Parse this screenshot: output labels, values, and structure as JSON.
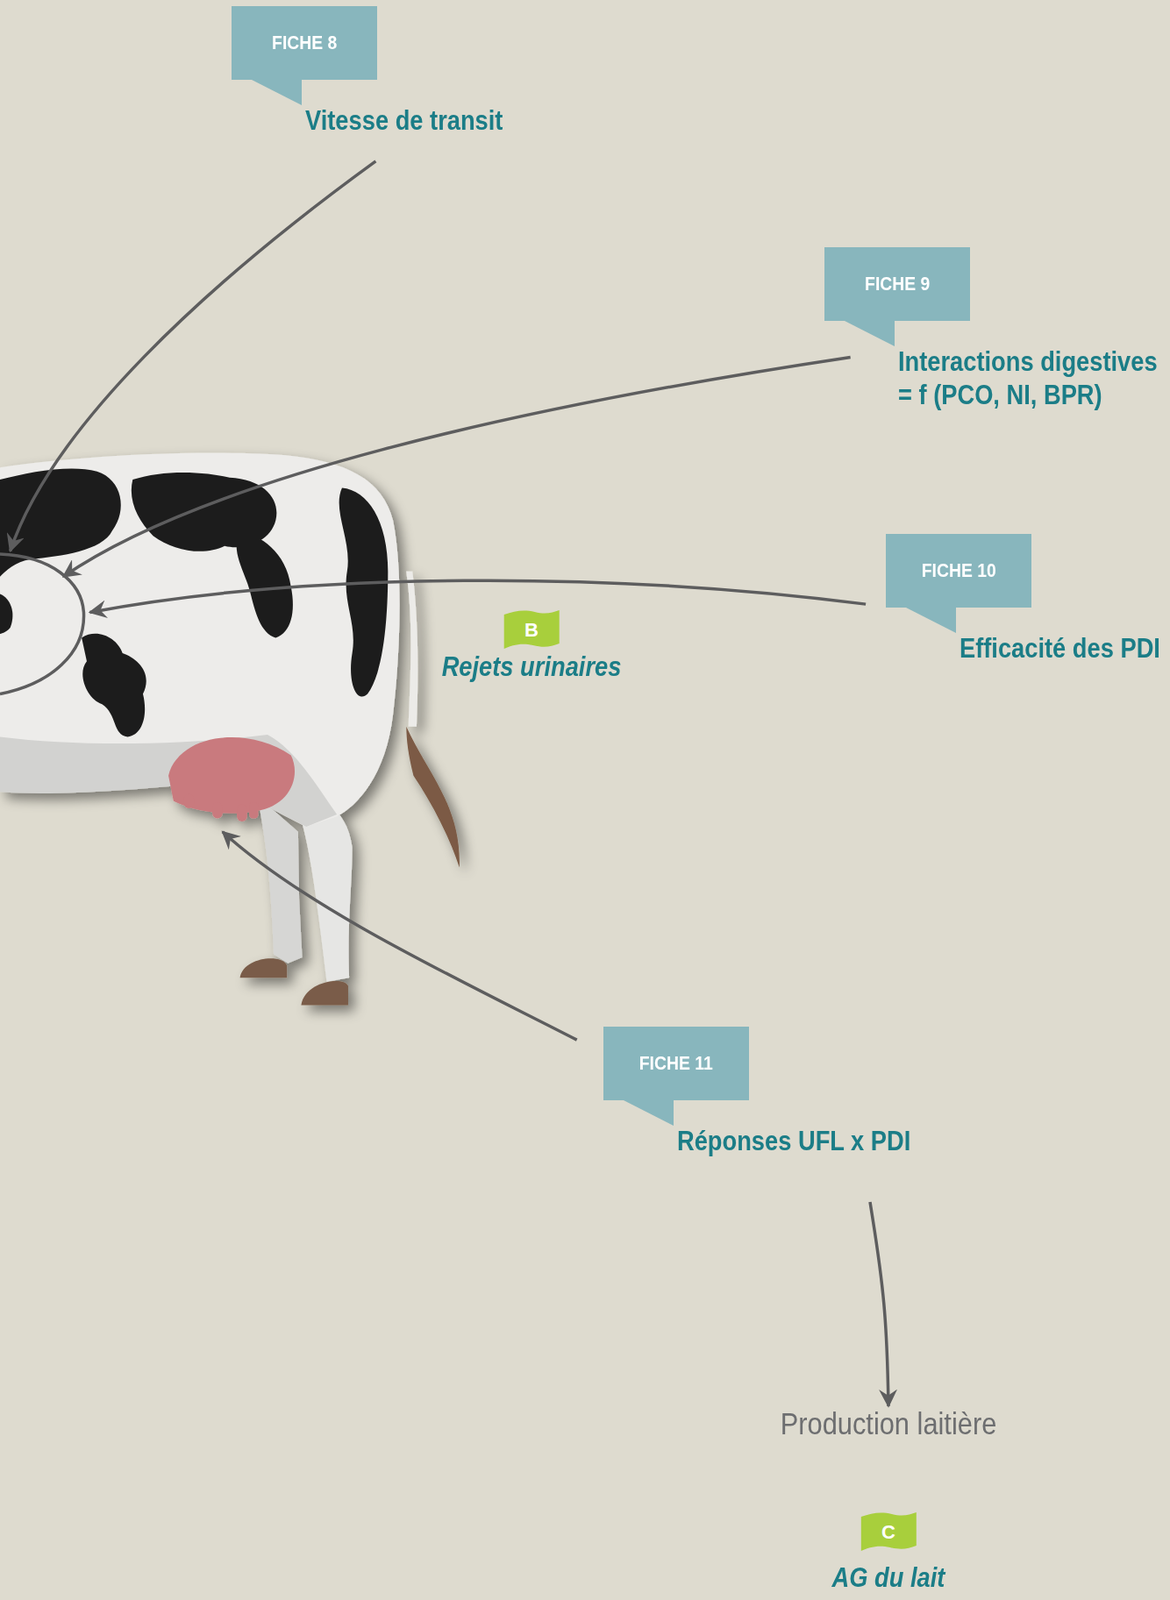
{
  "diagram": {
    "nodes": [
      {
        "text": [
          "FICHE 8",
          "Vitesse de transit"
        ]
      },
      {
        "text": [
          "FICHE 9",
          "Interactions digestives = f (PCO, NI, BPR)"
        ]
      },
      {
        "text": [
          "FICHE 10",
          "Efficacité des PDI"
        ]
      },
      {
        "text": [
          "B",
          "Rejets urinaires"
        ]
      },
      {
        "text": [
          "FICHE 11",
          "Réponses UFL x PDI"
        ]
      },
      {
        "text": [
          "Production laitière"
        ]
      },
      {
        "text": [
          "C",
          "AG du lait"
        ]
      }
    ],
    "edges": [
      {
        "from": 4,
        "to": 5,
        "arrow": "to"
      }
    ]
  }
}
